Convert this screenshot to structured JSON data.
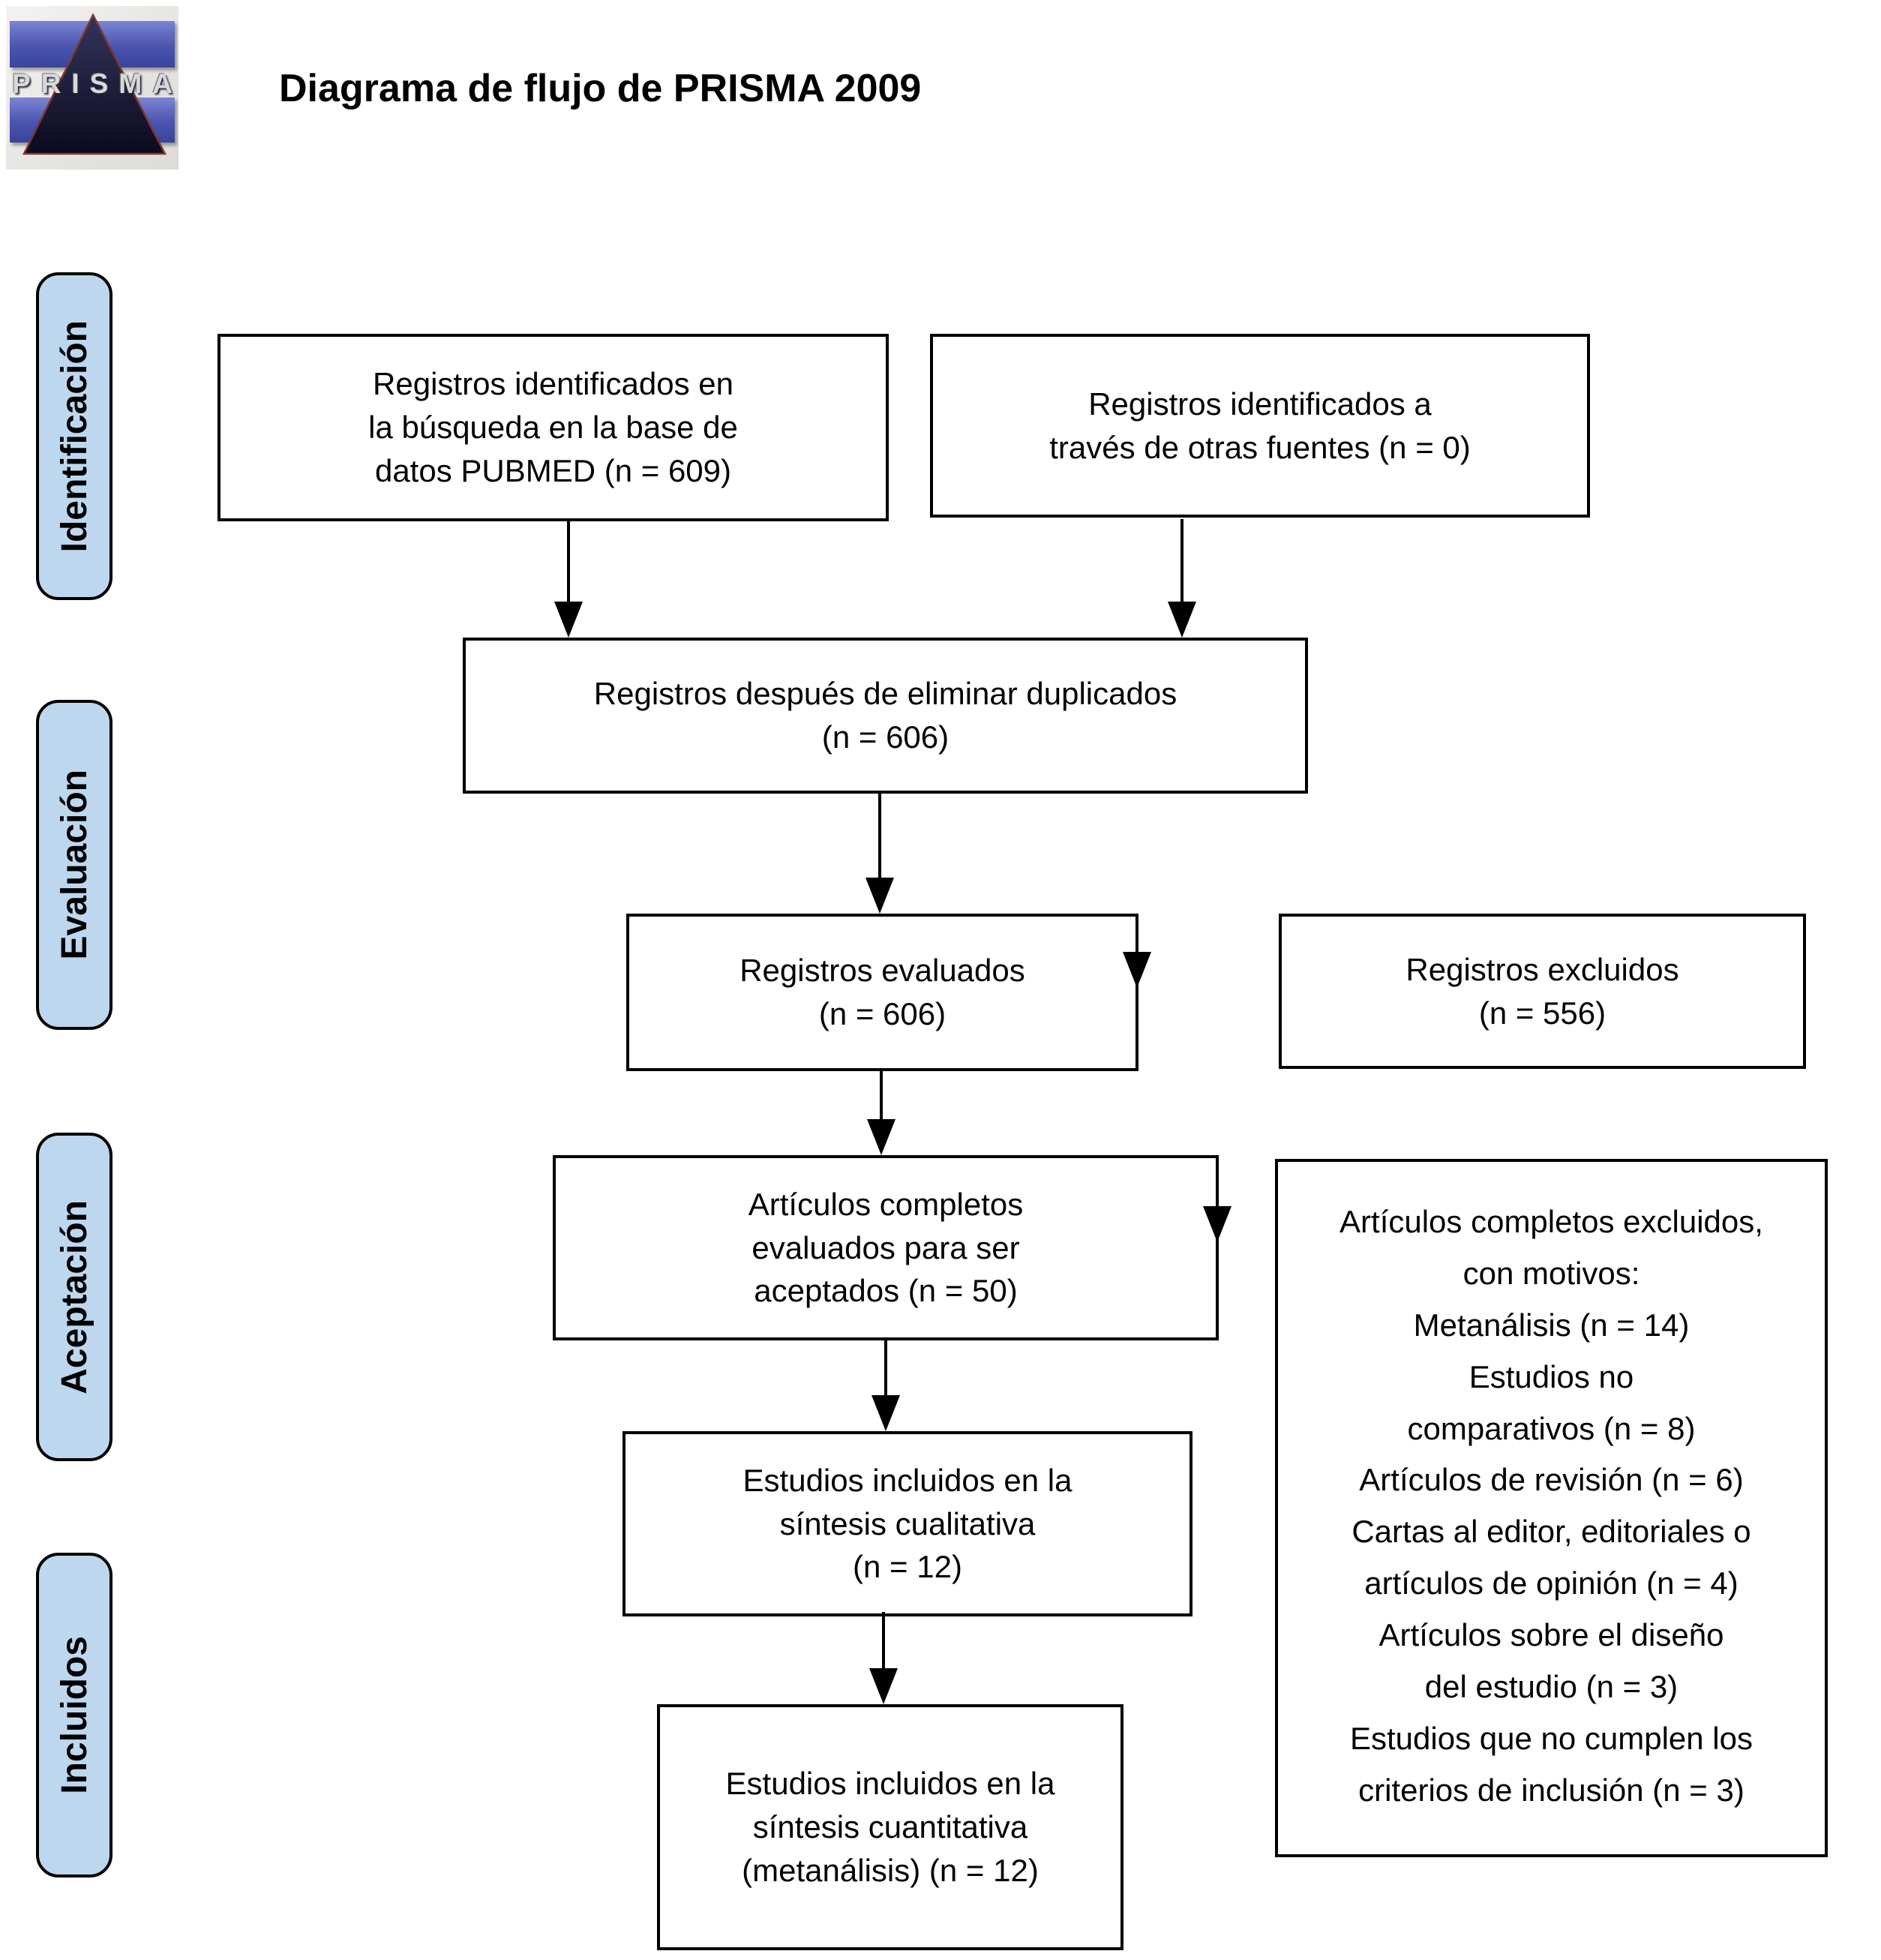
{
  "header": {
    "title": "Diagrama de flujo de PRISMA 2009",
    "logo": {
      "text": "PRISMA",
      "bar_color": "#4a55ae",
      "triangle_color": "#14142b",
      "background_color": "#e9e7e4"
    }
  },
  "sidebar": {
    "fill_color": "#BDD7EE",
    "items": [
      {
        "id": "identificacion",
        "label": "Identificación"
      },
      {
        "id": "evaluacion",
        "label": "Evaluación"
      },
      {
        "id": "aceptacion",
        "label": "Aceptación"
      },
      {
        "id": "incluidos",
        "label": "Incluidos"
      }
    ]
  },
  "boxes": {
    "pubmed": {
      "text": "Registros identificados en\nla búsqueda en la base de\ndatos PUBMED (n = 609)"
    },
    "otras_fuentes": {
      "text": "Registros identificados a\ntravés de otras fuentes (n = 0)"
    },
    "duplicados": {
      "text": "Registros después de eliminar duplicados\n(n = 606)"
    },
    "evaluados": {
      "text": "Registros evaluados\n(n = 606)"
    },
    "excluidos": {
      "text": "Registros excluidos\n(n = 556)"
    },
    "completos": {
      "text": "Artículos completos\nevaluados para ser\naceptados (n = 50)"
    },
    "motivos": {
      "text": "Artículos completos excluidos,\ncon motivos:\nMetanálisis (n = 14)\nEstudios no\ncomparativos (n = 8)\nArtículos de revisión (n = 6)\nCartas al editor, editoriales o\nartículos de opinión (n = 4)\nArtículos sobre el diseño\ndel estudio (n = 3)\nEstudios que no cumplen los\ncriterios de inclusión (n = 3)"
    },
    "cualitativa": {
      "text": "Estudios incluidos en la\nsíntesis cualitativa\n(n = 12)"
    },
    "cuantitativa": {
      "text": "Estudios incluidos en la\nsíntesis cuantitativa\n(metanálisis) (n = 12)"
    }
  }
}
